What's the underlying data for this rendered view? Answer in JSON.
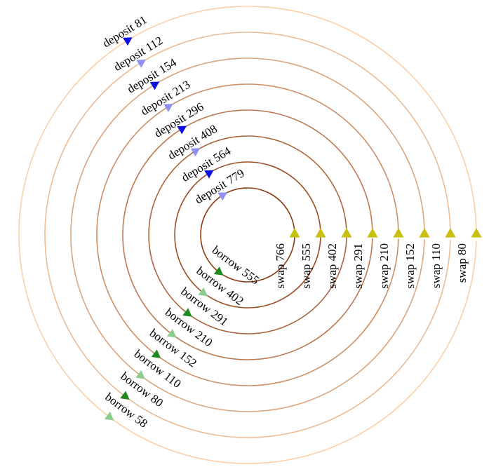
{
  "colors": {
    "ring_outer": "#fbd0a8",
    "ring_inner": "#8c3a12",
    "swap_marker": "#c8c010",
    "deposit_marker": "#1010e0",
    "deposit_marker_light": "#9090ee",
    "borrow_marker": "#1e8a1e",
    "borrow_marker_light": "#8ccc8c"
  },
  "rings": [
    {
      "swap": "swap 80",
      "deposit": "deposit 81",
      "borrow": "borrow 58"
    },
    {
      "swap": "swap 110",
      "deposit": "deposit 112",
      "borrow": "borrow 80"
    },
    {
      "swap": "swap 152",
      "deposit": "deposit 154",
      "borrow": "borrow 110"
    },
    {
      "swap": "swap 210",
      "deposit": "deposit 213",
      "borrow": "borrow 152"
    },
    {
      "swap": "swap 291",
      "deposit": "deposit 296",
      "borrow": "borrow 210"
    },
    {
      "swap": "swap 402",
      "deposit": "deposit 408",
      "borrow": "borrow 291"
    },
    {
      "swap": "swap 555",
      "deposit": "deposit 564",
      "borrow": "borrow 402"
    },
    {
      "swap": "swap 766",
      "deposit": "deposit 779",
      "borrow": "borrow 555"
    }
  ]
}
